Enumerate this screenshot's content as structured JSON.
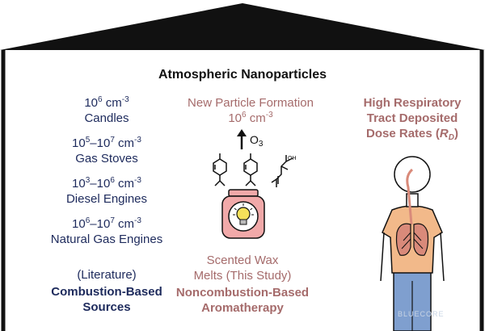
{
  "title": "Atmospheric Nanoparticles",
  "sources": [
    {
      "conc_base": "10",
      "conc_exp": "6",
      "conc_unit": " cm",
      "conc_unit_exp": "-3",
      "label": "Candles"
    },
    {
      "conc_base": "10",
      "conc_exp": "5",
      "conc_mid": "–10",
      "conc_exp2": "7",
      "conc_unit": " cm",
      "conc_unit_exp": "-3",
      "label": "Gas Stoves"
    },
    {
      "conc_base": "10",
      "conc_exp": "3",
      "conc_mid": "–10",
      "conc_exp2": "6",
      "conc_unit": " cm",
      "conc_unit_exp": "-3",
      "label": "Diesel Engines"
    },
    {
      "conc_base": "10",
      "conc_exp": "6",
      "conc_mid": "–10",
      "conc_exp2": "7",
      "conc_unit": " cm",
      "conc_unit_exp": "-3",
      "label": "Natural Gas Engines"
    }
  ],
  "literature": "(Literature)",
  "combustion": [
    "Combustion-Based",
    "Sources"
  ],
  "npf": {
    "line1": "New Particle Formation",
    "conc_base": "10",
    "conc_exp": "6",
    "conc_unit": " cm",
    "conc_unit_exp": "-3"
  },
  "ozone": {
    "base": "O",
    "sub": "3"
  },
  "wax": [
    "Scented Wax",
    "Melts (This Study)"
  ],
  "noncombustion": [
    "Noncombustion-Based",
    "Aromatherapy"
  ],
  "respiratory": {
    "lines": [
      "High Respiratory",
      "Tract Deposited",
      "Dose Rates ("
    ],
    "symbol": "R",
    "symbol_sub": "D",
    "close": ")"
  },
  "watermark": "BLUECORE",
  "colors": {
    "navy": "#1d2a5c",
    "mauve": "#a56b6b",
    "roof": "#111111",
    "shirt": "#f2b98a",
    "pants": "#7f9fcf",
    "lungs": "#d98a7a",
    "jar": "#f1a9a9",
    "bulb": "#f5e15a"
  },
  "icons": [
    "house-roof-icon",
    "terpene-molecule-icon",
    "wax-melter-icon",
    "light-bulb-icon",
    "person-lungs-icon",
    "up-arrow-icon"
  ]
}
